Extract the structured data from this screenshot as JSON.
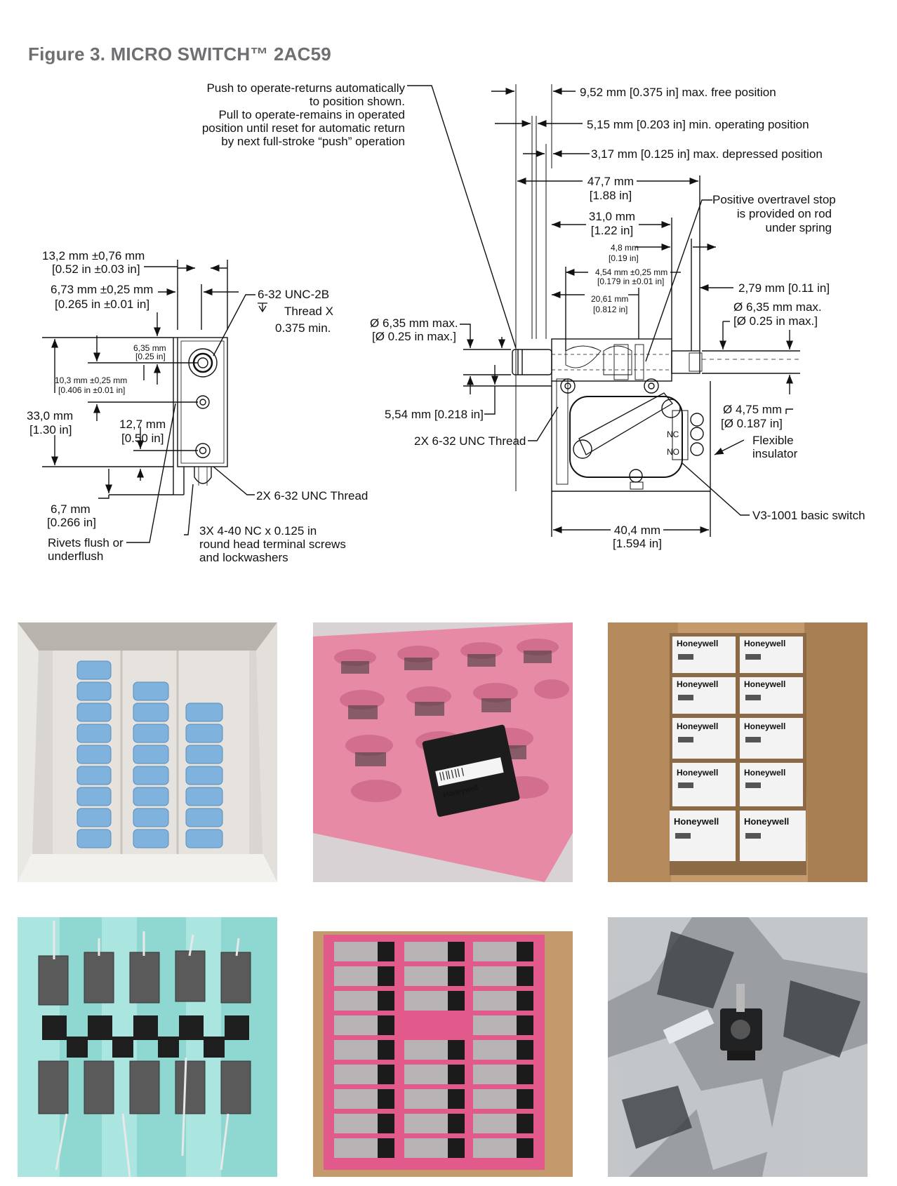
{
  "figure": {
    "title": "Figure 3. MICRO SWITCH™ 2AC59"
  },
  "notes": {
    "push_pull": [
      "Push to operate-returns automatically",
      "to position shown.",
      "Pull to operate-remains in operated",
      "position until reset for automatic return",
      "by next full-stroke “push” operation"
    ],
    "thread_2b": [
      "6-32 UNC-2B",
      "Thread X",
      "0.375 min."
    ],
    "positive_stop": [
      "Positive overtravel stop",
      "is provided on rod",
      "under spring"
    ],
    "thread_side": "2X 6-32 UNC Thread",
    "thread_front": "2X 6-32 UNC Thread",
    "terminal_screws": [
      "3X 4-40 NC x 0.125 in",
      "round head terminal screws",
      "and lockwashers"
    ],
    "rivets": [
      "Rivets flush or",
      "underflush"
    ],
    "flexible_insulator": [
      "Flexible",
      "insulator"
    ],
    "basic_switch": "V3-1001 basic switch",
    "nc_label": "NC",
    "no_label": "NO"
  },
  "dims": {
    "d_13_2": [
      "13,2 mm ±0,76 mm",
      "[0.52 in ±0.03 in]"
    ],
    "d_6_73": [
      "6,73 mm ±0,25 mm",
      "[0.265 in ±0.01 in]"
    ],
    "d_6_35_small": [
      "6,35 mm",
      "[0.25 in]"
    ],
    "d_10_3": [
      "10,3 mm ±0,25 mm",
      "[0.406 in ±0.01 in]"
    ],
    "d_33_0": [
      "33,0 mm",
      "[1.30 in]"
    ],
    "d_12_7": [
      "12,7 mm",
      "[0.50 in]"
    ],
    "d_6_7": [
      "6,7 mm",
      "[0.266 in]"
    ],
    "d_9_52": "9,52 mm [0.375 in] max. free position",
    "d_5_15": "5,15 mm [0.203 in] min. operating position",
    "d_3_17": "3,17 mm [0.125 in] max. depressed position",
    "d_47_7": [
      "47,7 mm",
      "[1.88 in]"
    ],
    "d_31_0": [
      "31,0 mm",
      "[1.22 in]"
    ],
    "d_4_8": [
      "4,8 mm",
      "[0.19 in]"
    ],
    "d_4_54": [
      "4,54 mm ±0,25 mm",
      "[0.179 in ±0.01 in]"
    ],
    "d_20_61": [
      "20,61 mm",
      "[0.812 in]"
    ],
    "d_2_79": "2,79 mm [0.11 in]",
    "d_dia_right": [
      "Ø 6,35 mm max.",
      "[Ø 0.25 in max.]"
    ],
    "d_dia_left": [
      "Ø 6,35 mm max.",
      "[Ø 0.25 in max.]"
    ],
    "d_5_54": "5,54 mm [0.218 in]",
    "d_dia_4_75": [
      "Ø 4,75 mm",
      "[Ø 0.187 in]"
    ],
    "d_40_4": [
      "40,4 mm",
      "[1.594 in]"
    ]
  },
  "labels": {
    "brand": "Honeywell"
  },
  "colors": {
    "title": "#6d6f72",
    "line": "#111111",
    "blue_switch": "#7fb3de",
    "pink_foam": "#e78aa6",
    "cardboard": "#c49a6c",
    "teal_tray": "#8fd8d2"
  }
}
